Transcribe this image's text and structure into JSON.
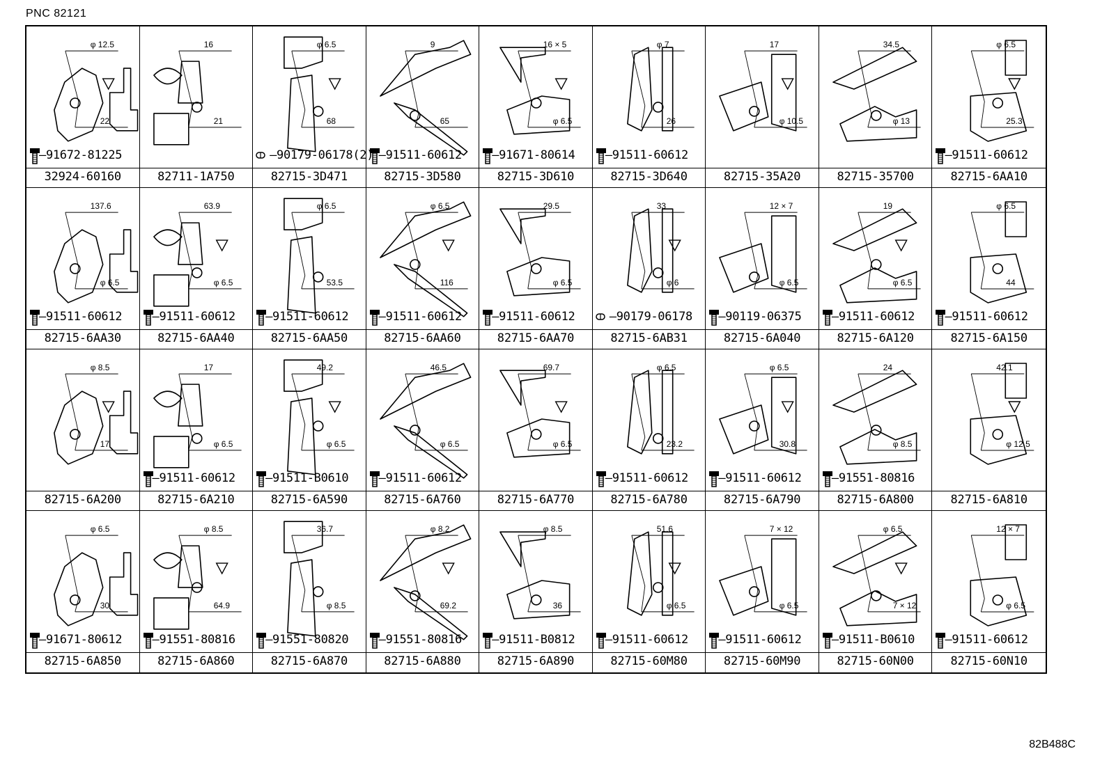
{
  "header": {
    "pnc": "PNC 82121"
  },
  "footer": {
    "ref_code": "82B488C"
  },
  "cells": [
    {
      "part": "32924-60160",
      "fastener": "91672-81225",
      "ftype": "bolt",
      "dims": [
        "φ 12.5",
        "22"
      ]
    },
    {
      "part": "82711-1A750",
      "fastener": "",
      "ftype": "none",
      "dims": [
        "16",
        "21"
      ]
    },
    {
      "part": "82715-3D471",
      "fastener": "90179-06178(2)",
      "ftype": "nut",
      "dims": [
        "φ 6.5",
        "68"
      ]
    },
    {
      "part": "82715-3D580",
      "fastener": "91511-60612",
      "ftype": "bolt",
      "dims": [
        "9",
        "65"
      ]
    },
    {
      "part": "82715-3D610",
      "fastener": "91671-80614",
      "ftype": "bolt",
      "dims": [
        "16 × 5",
        "φ 6.5"
      ]
    },
    {
      "part": "82715-3D640",
      "fastener": "91511-60612",
      "ftype": "bolt",
      "dims": [
        "φ 7",
        "26"
      ]
    },
    {
      "part": "82715-35A20",
      "fastener": "",
      "ftype": "none",
      "dims": [
        "17",
        "φ 10.5"
      ]
    },
    {
      "part": "82715-35700",
      "fastener": "",
      "ftype": "none",
      "dims": [
        "34.5",
        "φ 13"
      ]
    },
    {
      "part": "82715-6AA10",
      "fastener": "91511-60612",
      "ftype": "bolt",
      "dims": [
        "φ 6.5",
        "25.3"
      ]
    },
    {
      "part": "82715-6AA30",
      "fastener": "91511-60612",
      "ftype": "bolt",
      "dims": [
        "137.6",
        "φ 6.5"
      ]
    },
    {
      "part": "82715-6AA40",
      "fastener": "91511-60612",
      "ftype": "bolt",
      "dims": [
        "63.9",
        "φ 6.5"
      ]
    },
    {
      "part": "82715-6AA50",
      "fastener": "91511-60612",
      "ftype": "bolt",
      "dims": [
        "φ 6.5",
        "53.5"
      ]
    },
    {
      "part": "82715-6AA60",
      "fastener": "91511-60612",
      "ftype": "bolt",
      "dims": [
        "φ 6.5",
        "116"
      ]
    },
    {
      "part": "82715-6AA70",
      "fastener": "91511-60612",
      "ftype": "bolt",
      "dims": [
        "29.5",
        "φ 6.5"
      ]
    },
    {
      "part": "82715-6AB31",
      "fastener": "90179-06178",
      "ftype": "nut",
      "dims": [
        "33",
        "φ 6"
      ]
    },
    {
      "part": "82715-6A040",
      "fastener": "90119-06375",
      "ftype": "bolt",
      "dims": [
        "12 × 7",
        "φ 6.5"
      ]
    },
    {
      "part": "82715-6A120",
      "fastener": "91511-60612",
      "ftype": "bolt",
      "dims": [
        "19",
        "φ 6.5"
      ]
    },
    {
      "part": "82715-6A150",
      "fastener": "91511-60612",
      "ftype": "bolt",
      "dims": [
        "φ 6.5",
        "44"
      ]
    },
    {
      "part": "82715-6A200",
      "fastener": "",
      "ftype": "none",
      "dims": [
        "φ 8.5",
        "17"
      ]
    },
    {
      "part": "82715-6A210",
      "fastener": "91511-60612",
      "ftype": "bolt",
      "dims": [
        "17",
        "φ 6.5"
      ]
    },
    {
      "part": "82715-6A590",
      "fastener": "91511-B0610",
      "ftype": "bolt",
      "dims": [
        "49.2",
        "φ 6.5"
      ]
    },
    {
      "part": "82715-6A760",
      "fastener": "91511-60612",
      "ftype": "bolt",
      "dims": [
        "46.5",
        "φ 6.5"
      ]
    },
    {
      "part": "82715-6A770",
      "fastener": "",
      "ftype": "none",
      "dims": [
        "69.7",
        "φ 6.5"
      ]
    },
    {
      "part": "82715-6A780",
      "fastener": "91511-60612",
      "ftype": "bolt",
      "dims": [
        "φ 6.5",
        "23.2"
      ]
    },
    {
      "part": "82715-6A790",
      "fastener": "91511-60612",
      "ftype": "bolt",
      "dims": [
        "φ 6.5",
        "30.8"
      ]
    },
    {
      "part": "82715-6A800",
      "fastener": "91551-80816",
      "ftype": "bolt",
      "dims": [
        "24",
        "φ 8.5"
      ]
    },
    {
      "part": "82715-6A810",
      "fastener": "",
      "ftype": "none",
      "dims": [
        "42.1",
        "φ 12.5"
      ]
    },
    {
      "part": "82715-6A850",
      "fastener": "91671-80612",
      "ftype": "bolt",
      "dims": [
        "φ 6.5",
        "30"
      ]
    },
    {
      "part": "82715-6A860",
      "fastener": "91551-80816",
      "ftype": "bolt",
      "dims": [
        "φ 8.5",
        "64.9"
      ]
    },
    {
      "part": "82715-6A870",
      "fastener": "91551-80820",
      "ftype": "bolt",
      "dims": [
        "36.7",
        "φ 8.5"
      ]
    },
    {
      "part": "82715-6A880",
      "fastener": "91551-80816",
      "ftype": "bolt",
      "dims": [
        "φ 8.2",
        "69.2"
      ]
    },
    {
      "part": "82715-6A890",
      "fastener": "91511-B0812",
      "ftype": "bolt",
      "dims": [
        "φ 8.5",
        "36"
      ]
    },
    {
      "part": "82715-60M80",
      "fastener": "91511-60612",
      "ftype": "bolt",
      "dims": [
        "51.6",
        "φ 6.5"
      ]
    },
    {
      "part": "82715-60M90",
      "fastener": "91511-60612",
      "ftype": "bolt",
      "dims": [
        "7 × 12",
        "φ 6.5"
      ]
    },
    {
      "part": "82715-60N00",
      "fastener": "91511-B0610",
      "ftype": "bolt",
      "dims": [
        "φ 6.5",
        "7 × 12"
      ]
    },
    {
      "part": "82715-60N10",
      "fastener": "91511-60612",
      "ftype": "bolt",
      "dims": [
        "12 × 7",
        "φ 6.5"
      ]
    }
  ]
}
